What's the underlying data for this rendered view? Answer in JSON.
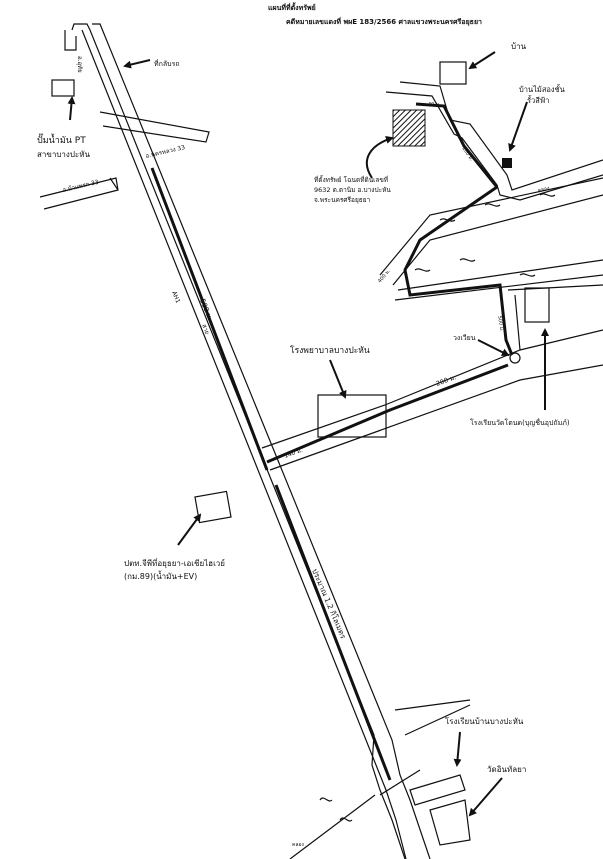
{
  "header": {
    "title": "แผนที่ที่ตั้งทรัพย์",
    "case_line": "คดีหมายเลขแดงที่ พผE 183/2566 ศาลแขวงพระนครศรีอยุธยา"
  },
  "labels": {
    "house": "บ้าน",
    "parking": "ที่กลับรถ",
    "road_uthai": "อ.อุทัย",
    "pt_station_line1": "ปั๊มน้ำมัน PT",
    "pt_station_line2": "สาขาบางปะหัน",
    "nakhon_luang_road": "อ.นครหลวง 33",
    "ban_phraek_road": "อ.บ้าแพรก 33",
    "property_line1": "ที่ตั้งทรัพย์ โฉนดที่ดินเลขที่",
    "property_line2": "9632 ต.ตานิม อ.บางปะหัน",
    "property_line3": "จ.พระนครศรีอยุธยา",
    "wooden_house_line1": "บ้านไม้สองชั้น",
    "wooden_house_line2": "รั้วสีฟ้า",
    "canal_top": "คลอง",
    "dist_40": "40 ม.",
    "dist_400": "400 ม.",
    "dist_100": "100 ม.",
    "dist_500": "500 ม.",
    "ah1": "AH1",
    "road_name": "สาย",
    "hospital": "โรงพยาบาลบางปะหัน",
    "roundabout": "วงเวียน",
    "school_wat": "โรงเรียนวัดโตนด(บุญชื่นอุปถัมภ์)",
    "dist_200": "200 ม.",
    "dist_140": "140 ม.",
    "ptt_line1": "ปตท.จีพีที่อยุธยา-เอเชียไฮเวย์",
    "ptt_line2": "(กม.89)(น้ำมัน+EV)",
    "approx_distance": "ประมาณ 1.2 กิโลเมตร",
    "school_ban": "โรงเรียนบ้านบางปะหัน",
    "wat": "วัดอินทัลยา",
    "canal_bottom": "คลอง"
  }
}
